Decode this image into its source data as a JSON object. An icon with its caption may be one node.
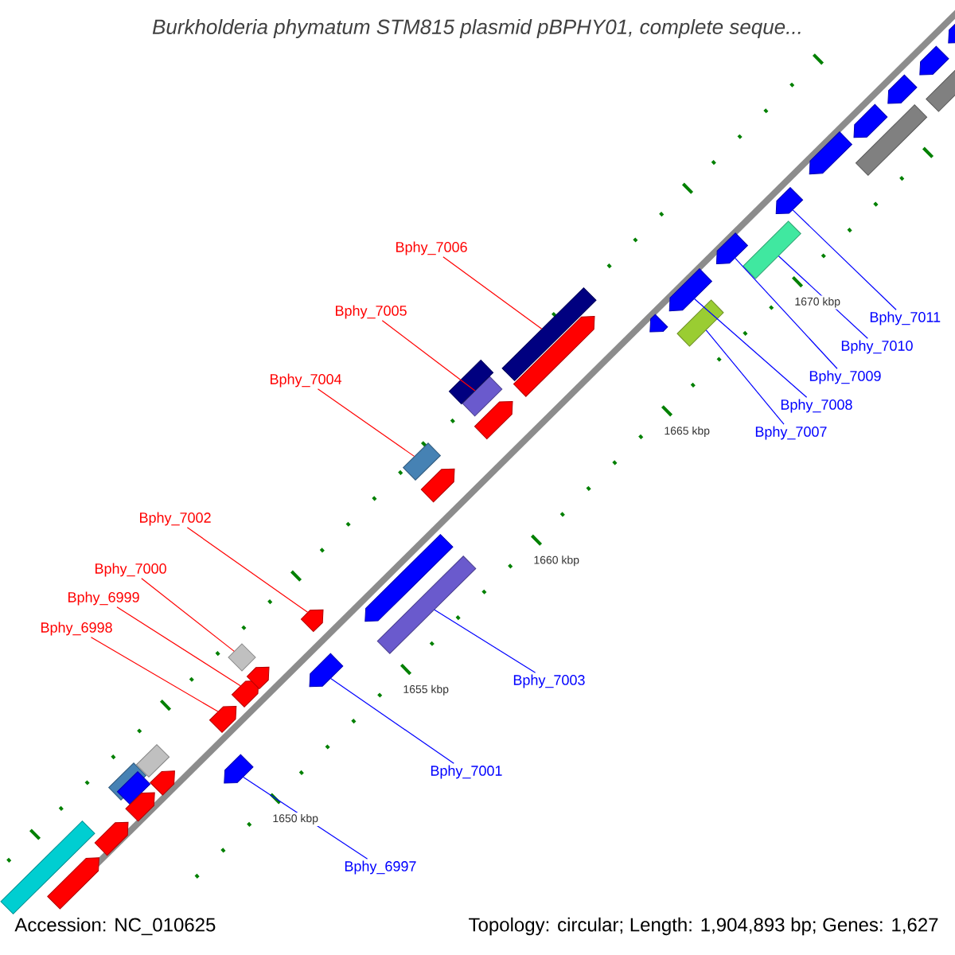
{
  "diagram": {
    "title": "Burkholderia phymatum STM815 plasmid pBPHY01, complete seque...",
    "nodes": [
      {
        "text": [
          "Bphy_7006"
        ]
      },
      {
        "text": [],
        "shape": "box"
      },
      {
        "text": [
          "Bphy_7005"
        ]
      },
      {
        "text": [],
        "shape": "box"
      },
      {
        "text": [
          "Bphy_7004"
        ]
      },
      {
        "text": [],
        "shape": "box"
      },
      {
        "text": [
          "Bphy_7002"
        ]
      },
      {
        "text": [],
        "shape": "arrow"
      },
      {
        "text": [
          "Bphy_7000"
        ]
      },
      {
        "text": [],
        "shape": "diamond"
      },
      {
        "text": [
          "Bphy_6999"
        ]
      },
      {
        "text": [],
        "shape": "arrow"
      },
      {
        "text": [
          "Bphy_6998"
        ]
      },
      {
        "text": [],
        "shape": "arrow"
      },
      {
        "text": [
          "Bphy_7011"
        ]
      },
      {
        "text": [],
        "shape": "arrow"
      },
      {
        "text": [
          "Bphy_7010"
        ]
      },
      {
        "text": [],
        "shape": "box"
      },
      {
        "text": [
          "Bphy_7009"
        ]
      },
      {
        "text": [],
        "shape": "arrow"
      },
      {
        "text": [
          "Bphy_7008"
        ]
      },
      {
        "text": [],
        "shape": "arrow"
      },
      {
        "text": [
          "Bphy_7007"
        ]
      },
      {
        "text": [],
        "shape": "box"
      },
      {
        "text": [
          "Bphy_7003"
        ]
      },
      {
        "text": [],
        "shape": "box"
      },
      {
        "text": [
          "Bphy_7001"
        ]
      },
      {
        "text": [],
        "shape": "arrow"
      },
      {
        "text": [
          "Bphy_6997"
        ]
      },
      {
        "text": [],
        "shape": "arrow"
      },
      {
        "text": [],
        "shape": "box"
      },
      {
        "text": [],
        "shape": "arrow"
      },
      {
        "text": [],
        "shape": "arrow"
      },
      {
        "text": [],
        "shape": "box"
      },
      {
        "text": [],
        "shape": "box"
      },
      {
        "text": [],
        "shape": "arrow"
      },
      {
        "text": [],
        "shape": "box"
      },
      {
        "text": [],
        "shape": "arrow"
      },
      {
        "text": [],
        "shape": "arrow"
      },
      {
        "text": [],
        "shape": "arrow"
      },
      {
        "text": [],
        "shape": "arrow"
      },
      {
        "text": [],
        "shape": "box"
      },
      {
        "text": [],
        "shape": "arrow"
      },
      {
        "text": [],
        "shape": "arrow"
      },
      {
        "text": [],
        "shape": "arrow"
      },
      {
        "text": [],
        "shape": "arrow"
      },
      {
        "text": [],
        "shape": "arrow"
      },
      {
        "text": [],
        "shape": "box"
      },
      {
        "text": [],
        "shape": "arrow"
      },
      {
        "text": [],
        "shape": "arrow"
      },
      {
        "text": [],
        "shape": "box"
      },
      {
        "text": [],
        "shape": "arrow"
      }
    ],
    "edges": [
      {
        "from": 0,
        "to": 1,
        "arrow": "none",
        "color": "#ff0000"
      },
      {
        "from": 2,
        "to": 3,
        "arrow": "none",
        "color": "#ff0000"
      },
      {
        "from": 4,
        "to": 5,
        "arrow": "none",
        "color": "#ff0000"
      },
      {
        "from": 6,
        "to": 7,
        "arrow": "none",
        "color": "#ff0000"
      },
      {
        "from": 8,
        "to": 9,
        "arrow": "none",
        "color": "#ff0000"
      },
      {
        "from": 10,
        "to": 11,
        "arrow": "none",
        "color": "#ff0000"
      },
      {
        "from": 12,
        "to": 13,
        "arrow": "none",
        "color": "#ff0000"
      },
      {
        "from": 14,
        "to": 15,
        "arrow": "none"
      },
      {
        "from": 16,
        "to": 17,
        "arrow": "none"
      },
      {
        "from": 18,
        "to": 19,
        "arrow": "none"
      },
      {
        "from": 20,
        "to": 21,
        "arrow": "none"
      },
      {
        "from": 22,
        "to": 23,
        "arrow": "none"
      },
      {
        "from": 24,
        "to": 25,
        "arrow": "none"
      },
      {
        "from": 26,
        "to": 27,
        "arrow": "none"
      },
      {
        "from": 28,
        "to": 29,
        "arrow": "none"
      }
    ],
    "labels": [
      "1650 kbp",
      "1655 kbp",
      "1660 kbp",
      "1665 kbp",
      "1670 kbp",
      "Accession: NC_010625",
      "Topology: circular; Length: 1,904,893 bp; Genes: 1,627"
    ]
  }
}
